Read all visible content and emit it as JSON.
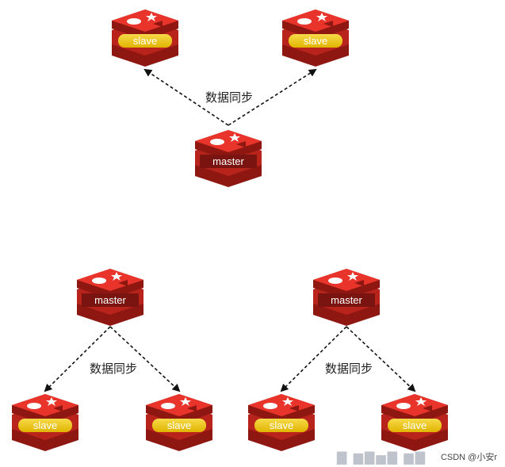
{
  "colors": {
    "red_top": "#E8342A",
    "red_side": "#B8231C",
    "red_dark": "#8E1711",
    "gold": "#E0B400",
    "gold_light": "#F7DA4A",
    "label_dark": "#7A1410",
    "edge": "#111111"
  },
  "icon": "redis-cube-icon",
  "groups": [
    {
      "id": "top",
      "sync_label": "数据同步",
      "master_label": "master",
      "slaves": [
        {
          "label": "slave"
        },
        {
          "label": "slave"
        }
      ]
    },
    {
      "id": "bottom-left",
      "sync_label": "数据同步",
      "master_label": "master",
      "slaves": [
        {
          "label": "slave"
        },
        {
          "label": "slave"
        }
      ]
    },
    {
      "id": "bottom-right",
      "sync_label": "数据同步",
      "master_label": "master",
      "slaves": [
        {
          "label": "slave"
        },
        {
          "label": "slave"
        }
      ]
    }
  ],
  "watermark": {
    "text": "CSDN @小安r"
  }
}
